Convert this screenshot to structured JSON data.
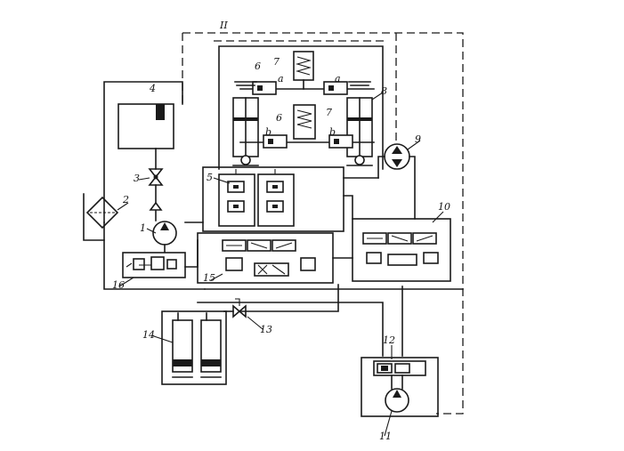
{
  "labels": {
    "l1": "1",
    "l2": "2",
    "l3": "3",
    "l4": "4",
    "l5": "5",
    "l6a": "6",
    "l6b": "6",
    "l7": "7",
    "l7b": "7",
    "l8": "8",
    "l9": "9",
    "l10": "10",
    "l11": "11",
    "l12": "12",
    "l13": "13",
    "l14": "14",
    "l15": "15",
    "l16": "16",
    "lII": "II",
    "la1": "a",
    "la2": "a",
    "lb1": "b",
    "lb2": "b"
  },
  "colors": {
    "ink": "#1a1a1a",
    "paper": "#ffffff"
  }
}
